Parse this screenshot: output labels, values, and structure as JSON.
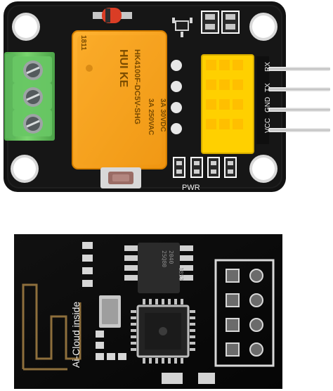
{
  "relay_module": {
    "relay": {
      "brand_label": "HUI KE",
      "model_label": "HK4100F-DC5V-SHG",
      "rating_line_1": "3A 250VAC",
      "rating_line_2": "3A 30VDC",
      "side_code": "1811",
      "color": "#f6a21d"
    },
    "header_pins": [
      "VCC",
      "GND",
      "TX",
      "RX"
    ],
    "power_label": "PWR",
    "board_color": "#111111",
    "terminal_color": "#63c15e",
    "socket_color": "#ffd400"
  },
  "wifi_module": {
    "antenna_label": "Ai-Cloud inside",
    "flash_chip": {
      "line_1": "25Q80",
      "line_2": "2040",
      "line_3": "1852"
    },
    "board_color": "#0b0b0b"
  }
}
